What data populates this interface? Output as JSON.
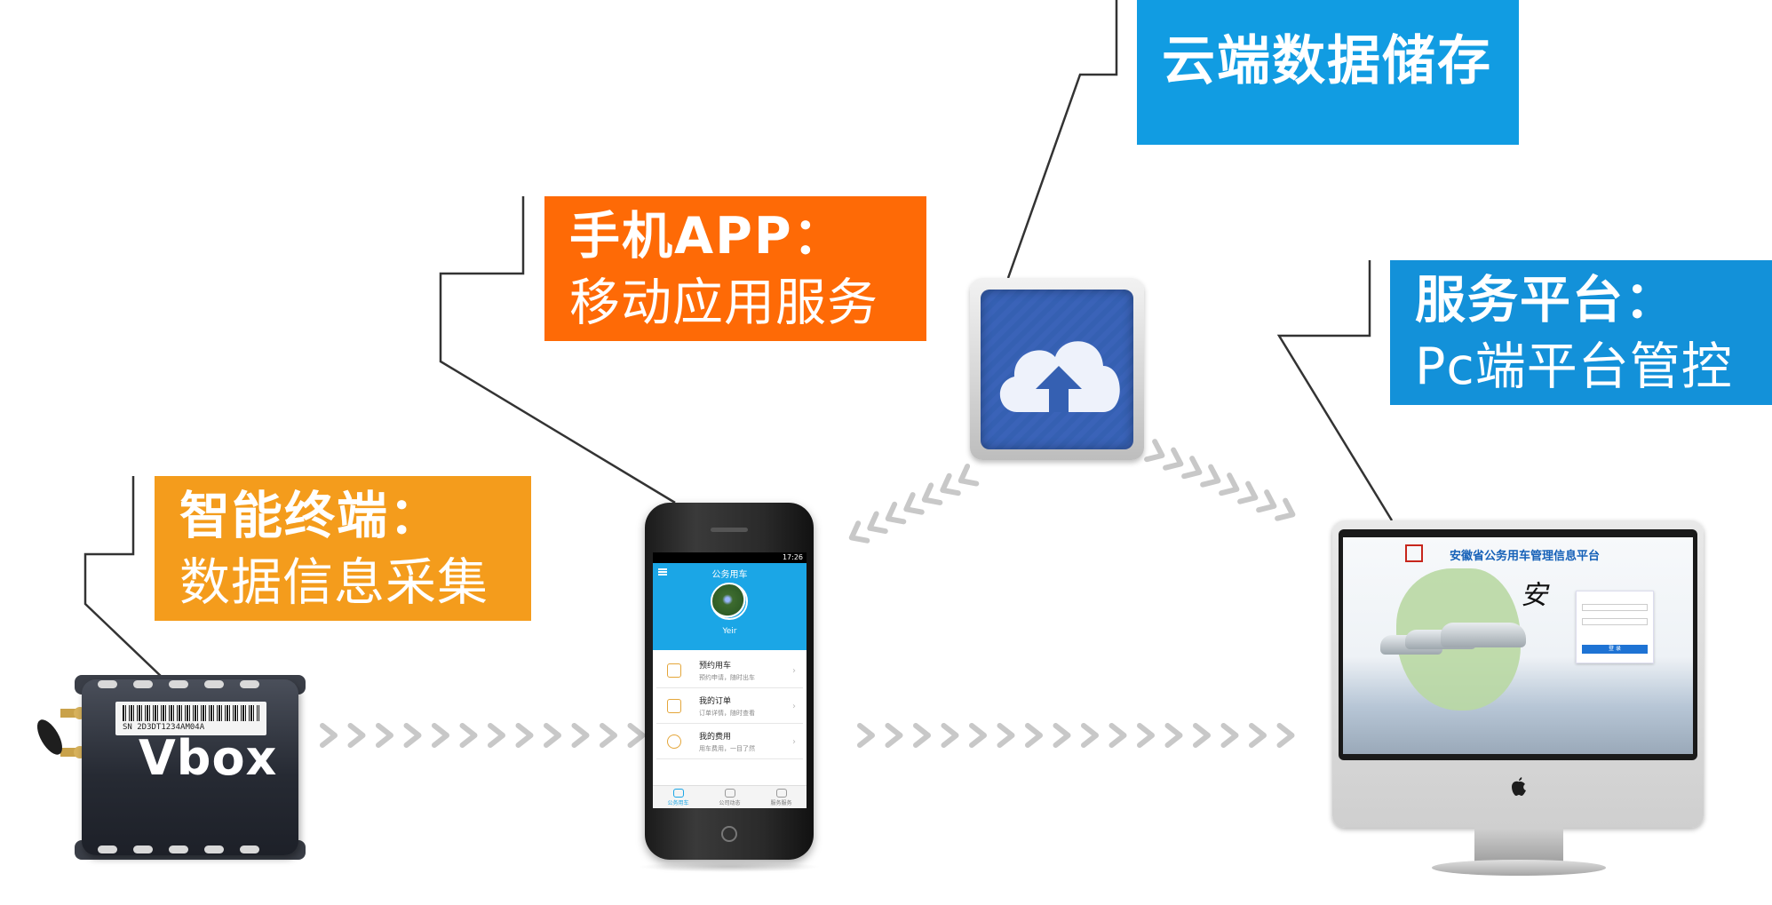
{
  "labels": {
    "terminal": {
      "title": "智能终端：",
      "subtitle": "数据信息采集"
    },
    "app": {
      "title": "手机APP：",
      "subtitle": "移动应用服务"
    },
    "cloud": {
      "title": "云端数据储存"
    },
    "platform": {
      "title": "服务平台：",
      "subtitle": "Pc端平台管控"
    }
  },
  "device": {
    "logo": "Vbox",
    "serial": "SN 2D3DT1234AM04A"
  },
  "phone": {
    "status_time": "17:26",
    "title": "公务用车",
    "username": "Yeir",
    "menu": [
      {
        "title": "预约用车",
        "desc": "预约申请，随时出车"
      },
      {
        "title": "我的订单",
        "desc": "订单详情，随时查看"
      },
      {
        "title": "我的费用",
        "desc": "用车费用，一目了然"
      }
    ],
    "tabs": [
      "公务用车",
      "公司动态",
      "服务服务"
    ]
  },
  "monitor": {
    "platform_title": "安徽省公务用车管理信息平台",
    "login_button": "登 录"
  },
  "colors": {
    "terminal_box": "#f49c1c",
    "app_box": "#fe6a06",
    "cloud_box": "#119ce2",
    "platform_box": "#1391d9",
    "chevron": "#c8c8c8"
  }
}
